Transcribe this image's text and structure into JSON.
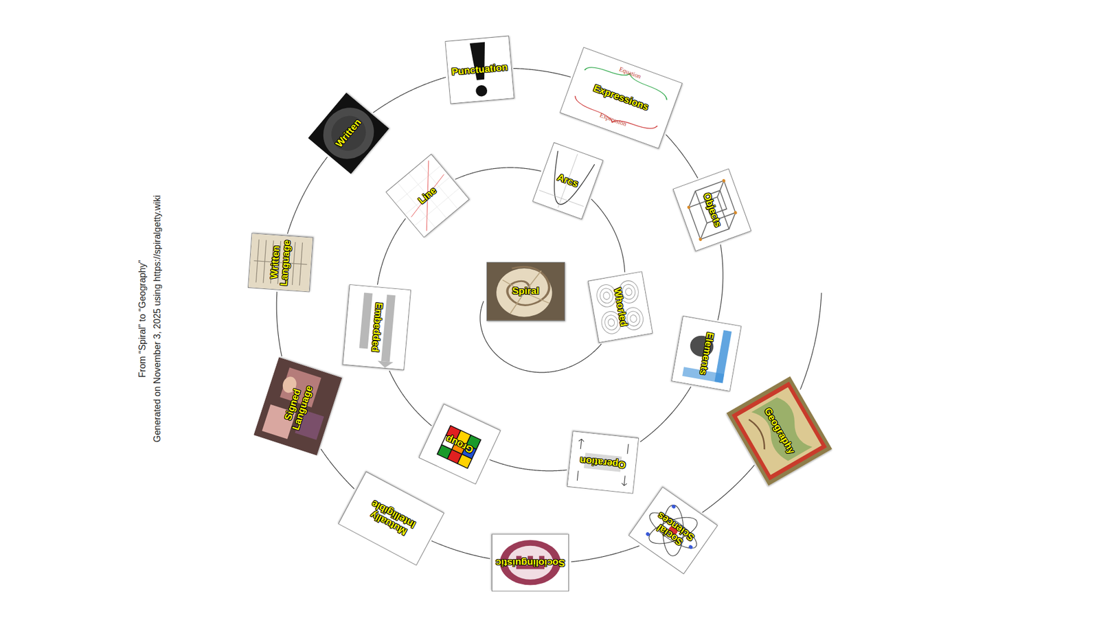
{
  "diagram": {
    "title": "From “Spiral” to “Geography”",
    "caption": "Generated on November 3, 2025 using https://spiralgetty.wiki",
    "nodes": [
      {
        "text": [
          "Spiral"
        ]
      },
      {
        "text": [
          "Whorled"
        ]
      },
      {
        "text": [
          "Arcs"
        ]
      },
      {
        "text": [
          "Line"
        ]
      },
      {
        "text": [
          "Embedded"
        ]
      },
      {
        "text": [
          "Group"
        ]
      },
      {
        "text": [
          "Operation"
        ]
      },
      {
        "text": [
          "Elements"
        ]
      },
      {
        "text": [
          "Objects"
        ]
      },
      {
        "text": [
          "Expressions"
        ]
      },
      {
        "text": [
          "Punctuation"
        ]
      },
      {
        "text": [
          "Written"
        ]
      },
      {
        "text": [
          "Written Language"
        ]
      },
      {
        "text": [
          "Signed Language"
        ]
      },
      {
        "text": [
          "Mutually Intelligible"
        ]
      },
      {
        "text": [
          "Sociolinguistic"
        ]
      },
      {
        "text": [
          "Social Sciences"
        ]
      },
      {
        "text": [
          "Geography"
        ]
      }
    ],
    "edges": [
      {
        "from": 0,
        "to": 1,
        "arrow": "none"
      },
      {
        "from": 1,
        "to": 2,
        "arrow": "none"
      },
      {
        "from": 2,
        "to": 3,
        "arrow": "none"
      },
      {
        "from": 3,
        "to": 4,
        "arrow": "none"
      },
      {
        "from": 4,
        "to": 5,
        "arrow": "none"
      },
      {
        "from": 5,
        "to": 6,
        "arrow": "none"
      },
      {
        "from": 6,
        "to": 7,
        "arrow": "none"
      },
      {
        "from": 7,
        "to": 8,
        "arrow": "none"
      },
      {
        "from": 8,
        "to": 9,
        "arrow": "none"
      },
      {
        "from": 9,
        "to": 10,
        "arrow": "none"
      },
      {
        "from": 10,
        "to": 11,
        "arrow": "none"
      },
      {
        "from": 11,
        "to": 12,
        "arrow": "none"
      },
      {
        "from": 12,
        "to": 13,
        "arrow": "none"
      },
      {
        "from": 13,
        "to": 14,
        "arrow": "none"
      },
      {
        "from": 14,
        "to": 15,
        "arrow": "none"
      },
      {
        "from": 15,
        "to": 16,
        "arrow": "none"
      },
      {
        "from": 16,
        "to": 17,
        "arrow": "none"
      }
    ],
    "labels": [
      "Equation",
      "Expression"
    ]
  }
}
